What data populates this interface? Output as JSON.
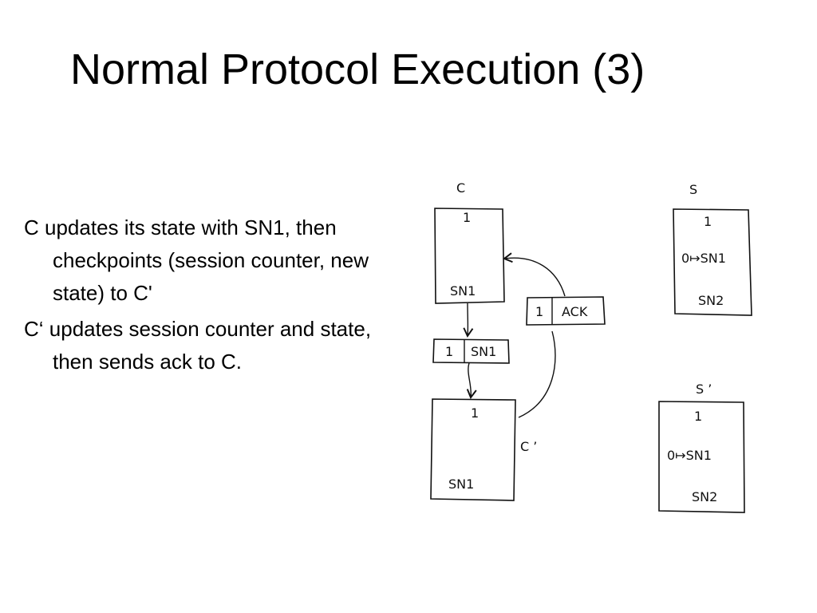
{
  "title": "Normal Protocol Execution (3)",
  "bullets": [
    "C updates its state with SN1, then checkpoints (session counter, new state) to C'",
    "C‘ updates session counter and state, then sends ack to C."
  ],
  "diagram": {
    "c": {
      "label": "C",
      "counter": "1",
      "state": "SN1"
    },
    "s": {
      "label": "S",
      "counter": "1",
      "entry1": "0↦SN1",
      "entry2": "SN2"
    },
    "c_prime": {
      "label": "C ’",
      "counter": "1",
      "state": "SN1"
    },
    "s_prime": {
      "label": "S ’",
      "counter": "1",
      "entry1": "0↦SN1",
      "entry2": "SN2"
    },
    "msg_checkpoint": {
      "counter": "1",
      "value": "SN1"
    },
    "msg_ack": {
      "counter": "1",
      "value": "ACK"
    }
  }
}
